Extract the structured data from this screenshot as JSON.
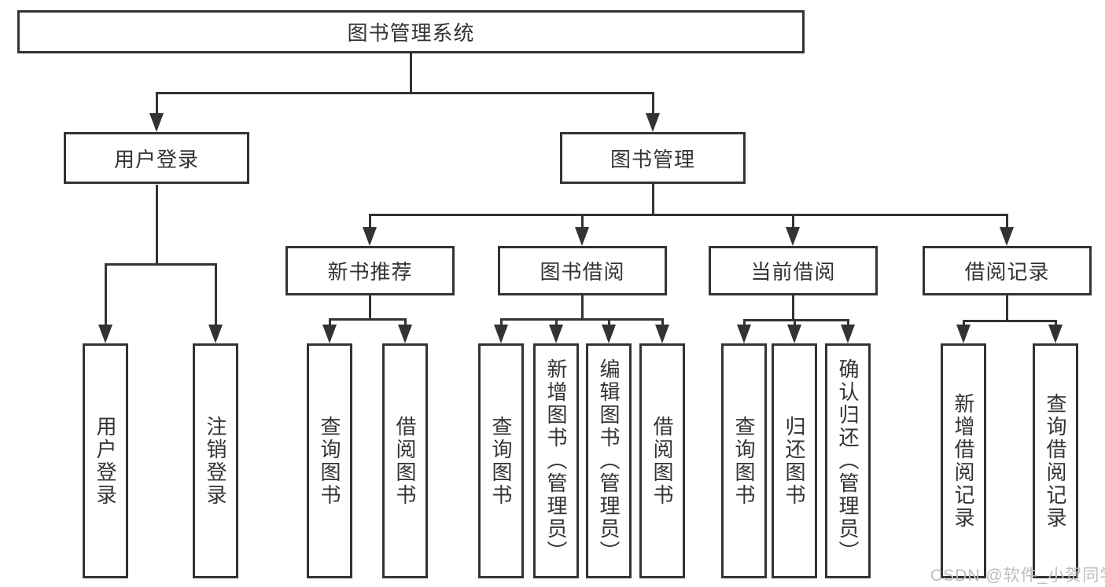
{
  "diagram_title": "图书管理系统",
  "tree": {
    "label": "图书管理系统",
    "children": [
      {
        "label": "用户登录",
        "children": [
          {
            "label": "用户登录"
          },
          {
            "label": "注销登录"
          }
        ]
      },
      {
        "label": "图书管理",
        "children": [
          {
            "label": "新书推荐",
            "children": [
              {
                "label": "查询图书"
              },
              {
                "label": "借阅图书"
              }
            ]
          },
          {
            "label": "图书借阅",
            "children": [
              {
                "label": "查询图书"
              },
              {
                "label": "新增图书（管理员）"
              },
              {
                "label": "编辑图书（管理员）"
              },
              {
                "label": "借阅图书"
              }
            ]
          },
          {
            "label": "当前借阅",
            "children": [
              {
                "label": "查询图书"
              },
              {
                "label": "归还图书"
              },
              {
                "label": "确认归还（管理员）"
              }
            ]
          },
          {
            "label": "借阅记录",
            "children": [
              {
                "label": "新增借阅记录"
              },
              {
                "label": "查询借阅记录"
              }
            ]
          }
        ]
      }
    ]
  },
  "watermark": {
    "text": "CSDN @软件_小贺同学",
    "color": "#bdbdbd"
  },
  "colors": {
    "line": "#333333",
    "border": "#333333",
    "text": "#333333",
    "background": "#ffffff"
  }
}
